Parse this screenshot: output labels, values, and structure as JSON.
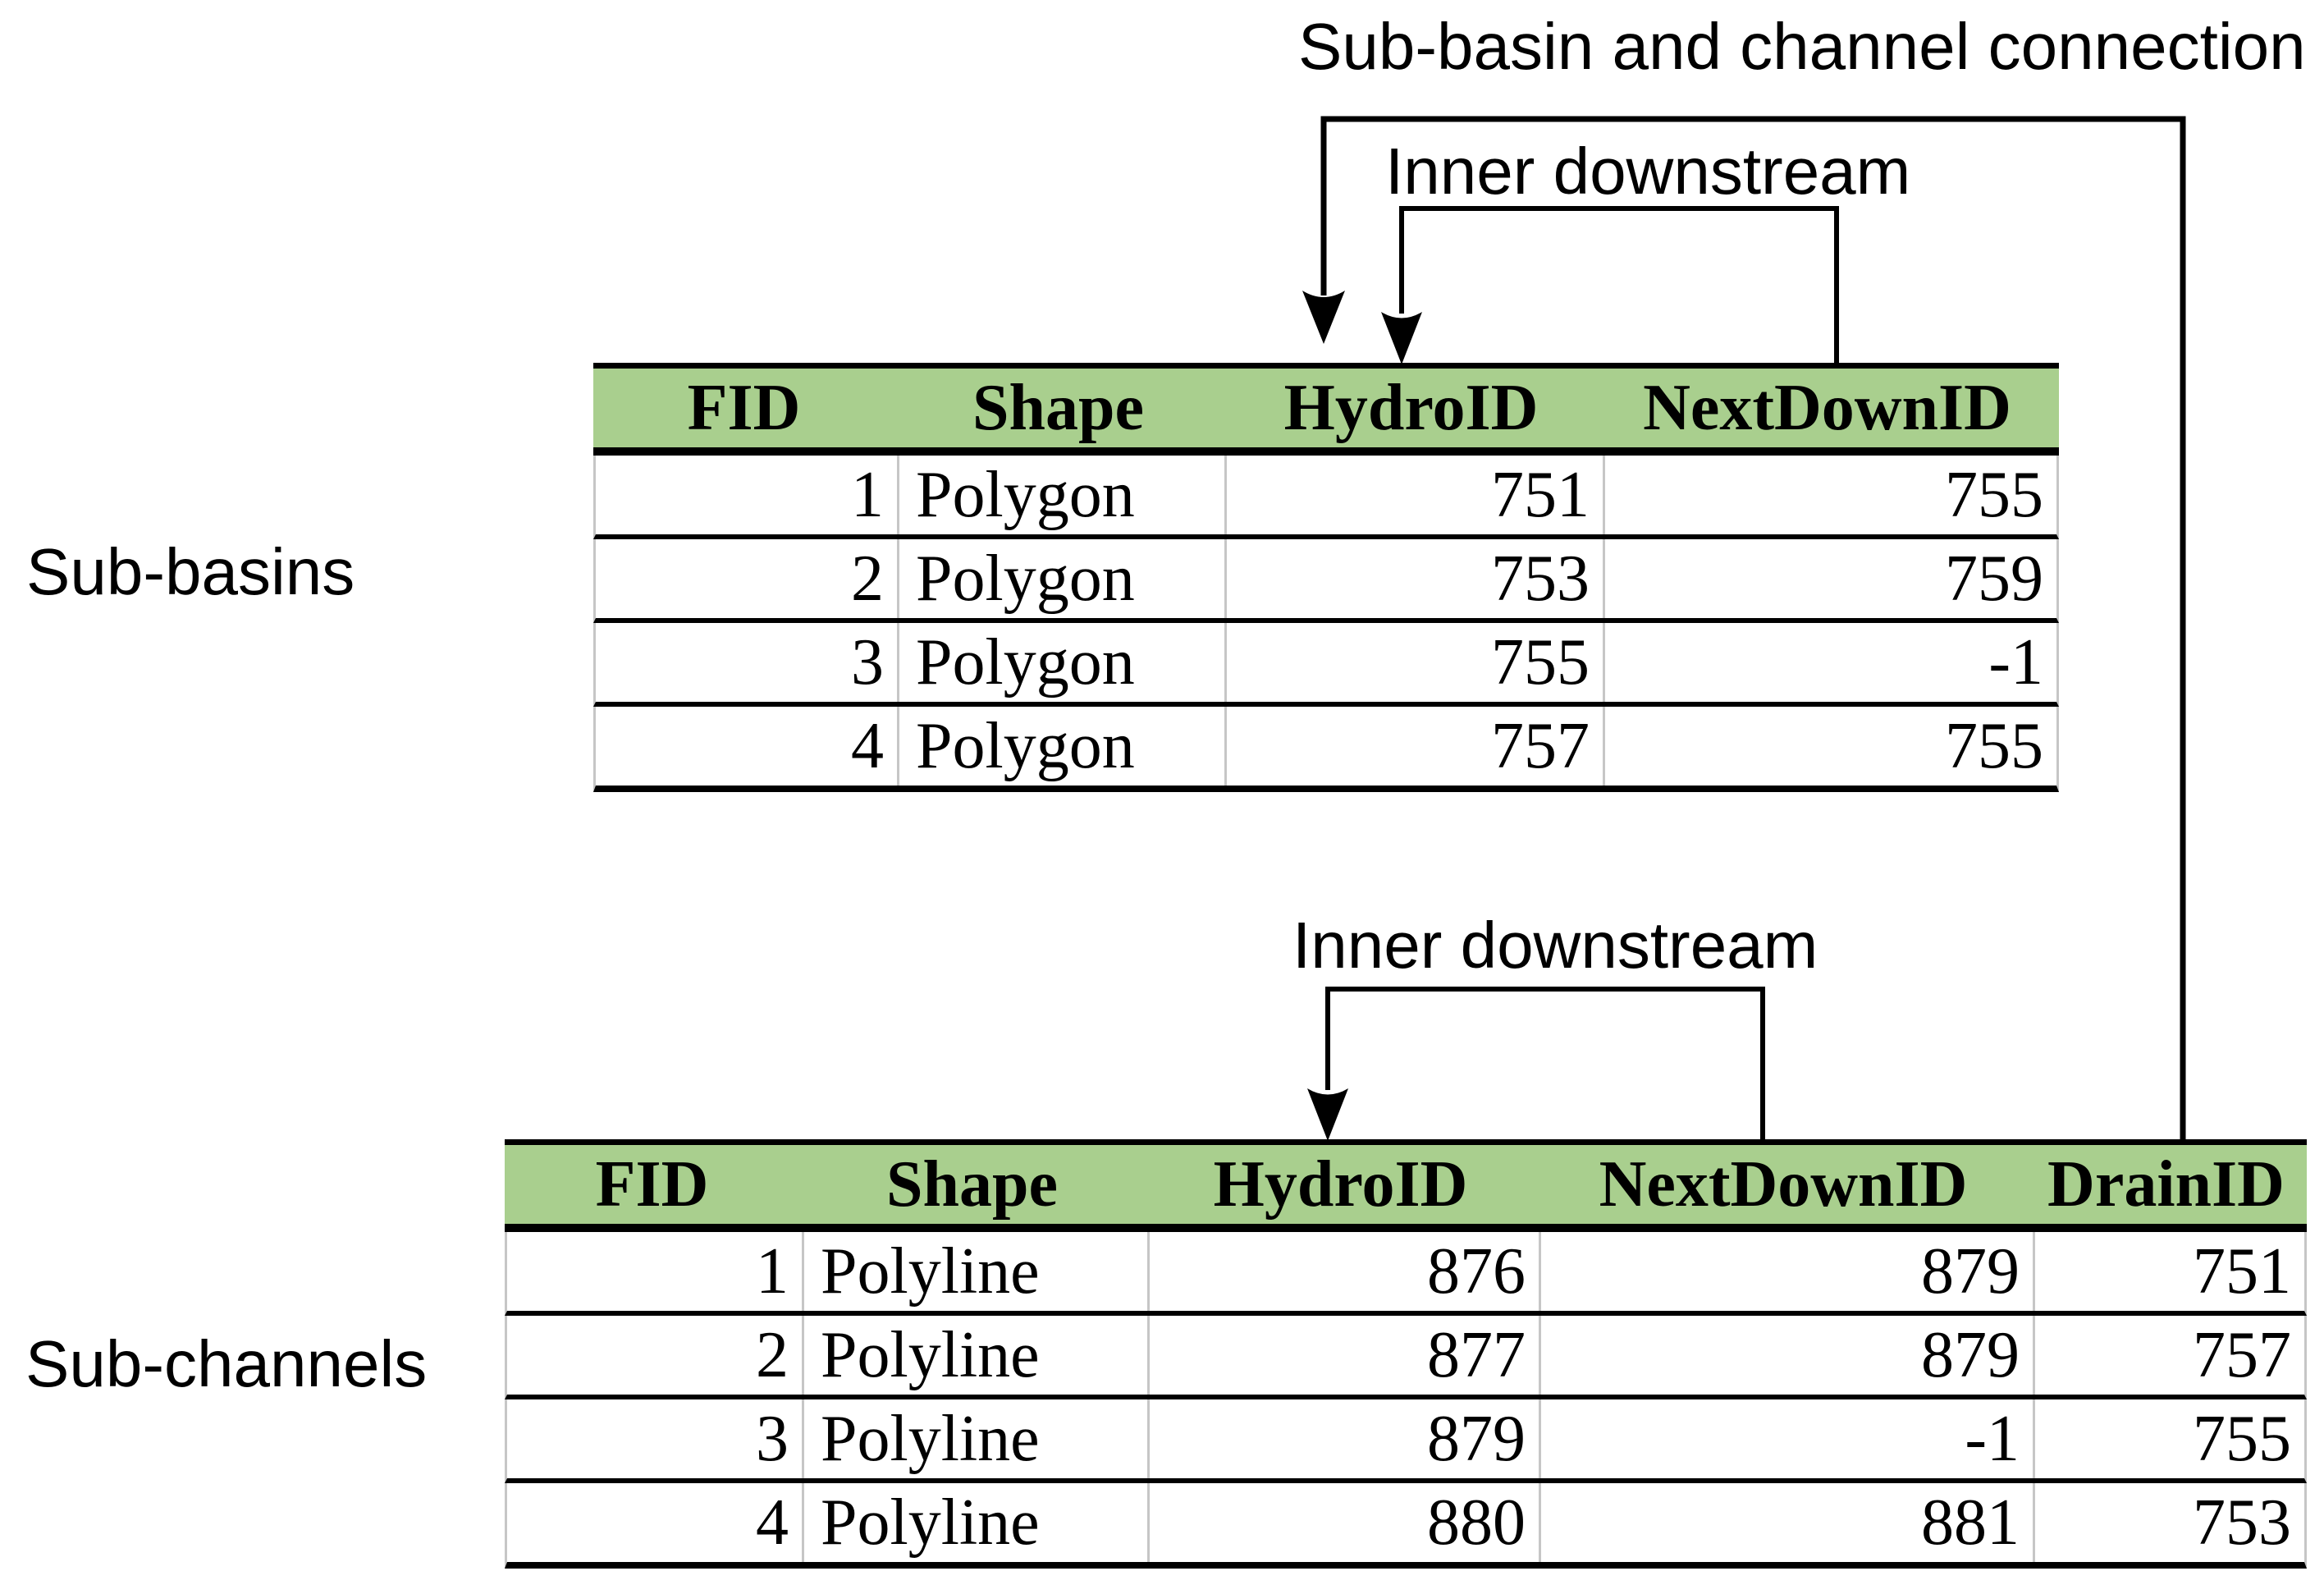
{
  "annotations": {
    "connection_label": "Sub-basin and channel connection",
    "inner_downstream_top": "Inner downstream",
    "inner_downstream_bottom": "Inner downstream"
  },
  "colors": {
    "header_fill": "#A9CF8E",
    "grid_line": "#C6C6C6",
    "annotation_line": "#000000"
  },
  "tables": [
    {
      "label": "Sub-basins",
      "columns": [
        "FID",
        "Shape",
        "HydroID",
        "NextDownID"
      ],
      "rows": [
        [
          "1",
          "Polygon",
          "751",
          "755"
        ],
        [
          "2",
          "Polygon",
          "753",
          "759"
        ],
        [
          "3",
          "Polygon",
          "755",
          "-1"
        ],
        [
          "4",
          "Polygon",
          "757",
          "755"
        ]
      ]
    },
    {
      "label": "Sub-channels",
      "columns": [
        "FID",
        "Shape",
        "HydroID",
        "NextDownID",
        "DrainID"
      ],
      "rows": [
        [
          "1",
          "Polyline",
          "876",
          "879",
          "751"
        ],
        [
          "2",
          "Polyline",
          "877",
          "879",
          "757"
        ],
        [
          "3",
          "Polyline",
          "879",
          "-1",
          "755"
        ],
        [
          "4",
          "Polyline",
          "880",
          "881",
          "753"
        ]
      ]
    }
  ]
}
